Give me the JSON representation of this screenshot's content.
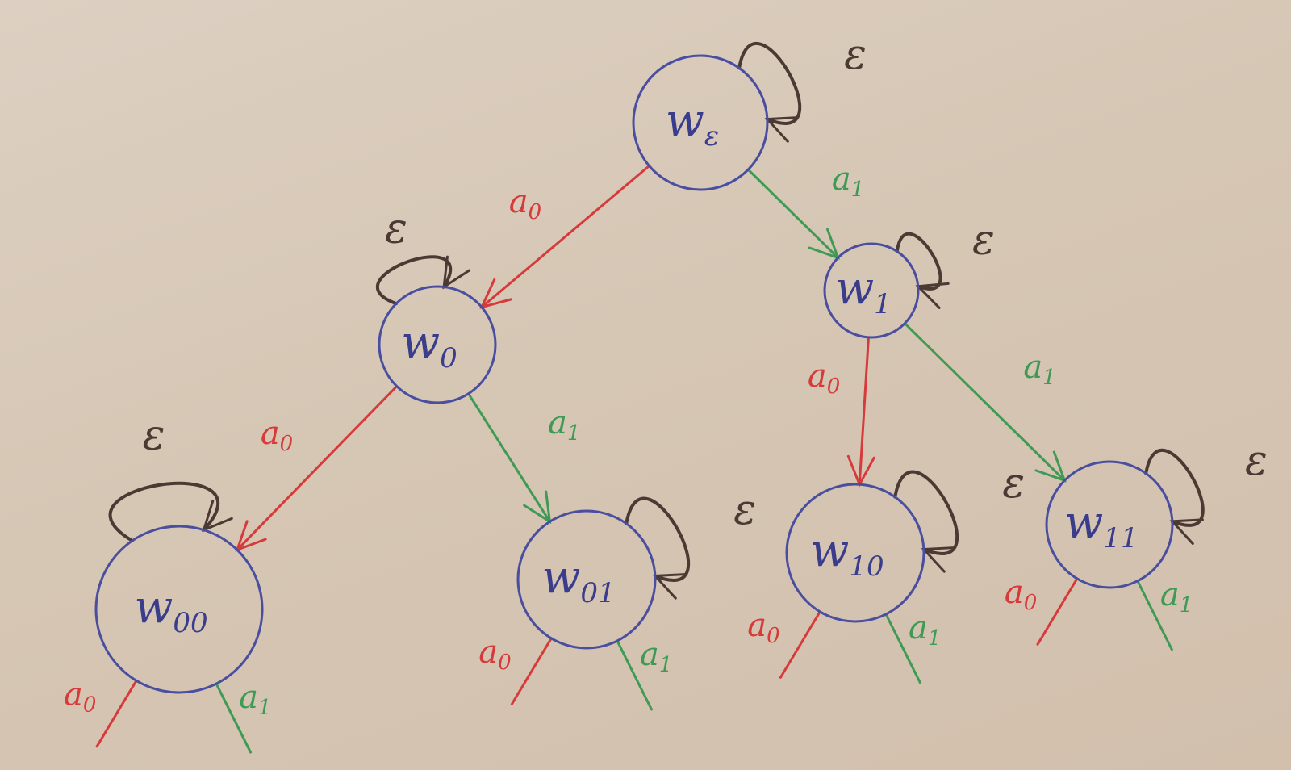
{
  "colors": {
    "node": "#4a4ea0",
    "label": "#3a3c8c",
    "edge_a0": "#d63a3a",
    "edge_a1": "#3f9a55",
    "loop": "#4a3a33",
    "paper": "#d8c9b8"
  },
  "symbols": {
    "a0": {
      "base": "a",
      "sub": "0"
    },
    "a1": {
      "base": "a",
      "sub": "1"
    },
    "epsilon": "ε"
  },
  "nodes": [
    {
      "id": "w_eps",
      "base": "w",
      "sub": "ε"
    },
    {
      "id": "w_0",
      "base": "w",
      "sub": "0"
    },
    {
      "id": "w_1",
      "base": "w",
      "sub": "1"
    },
    {
      "id": "w_00",
      "base": "w",
      "sub": "00"
    },
    {
      "id": "w_01",
      "base": "w",
      "sub": "01"
    },
    {
      "id": "w_10",
      "base": "w",
      "sub": "10"
    },
    {
      "id": "w_11",
      "base": "w",
      "sub": "11"
    }
  ],
  "edges": [
    {
      "from": "w_eps",
      "to": "w_0",
      "label": "a0"
    },
    {
      "from": "w_eps",
      "to": "w_1",
      "label": "a1"
    },
    {
      "from": "w_0",
      "to": "w_00",
      "label": "a0"
    },
    {
      "from": "w_0",
      "to": "w_01",
      "label": "a1"
    },
    {
      "from": "w_1",
      "to": "w_10",
      "label": "a0"
    },
    {
      "from": "w_1",
      "to": "w_11",
      "label": "a1"
    }
  ],
  "stubs": [
    {
      "from": "w_00",
      "label": "a0"
    },
    {
      "from": "w_00",
      "label": "a1"
    },
    {
      "from": "w_01",
      "label": "a0"
    },
    {
      "from": "w_01",
      "label": "a1"
    },
    {
      "from": "w_10",
      "label": "a0"
    },
    {
      "from": "w_10",
      "label": "a1"
    },
    {
      "from": "w_11",
      "label": "a0"
    },
    {
      "from": "w_11",
      "label": "a1"
    }
  ],
  "self_loops": [
    {
      "node": "w_eps",
      "label": "ε"
    },
    {
      "node": "w_0",
      "label": "ε"
    },
    {
      "node": "w_1",
      "label": "ε"
    },
    {
      "node": "w_00",
      "label": "ε"
    },
    {
      "node": "w_01",
      "label": "ε"
    },
    {
      "node": "w_10",
      "label": "ε"
    },
    {
      "node": "w_11",
      "label": "ε"
    }
  ]
}
